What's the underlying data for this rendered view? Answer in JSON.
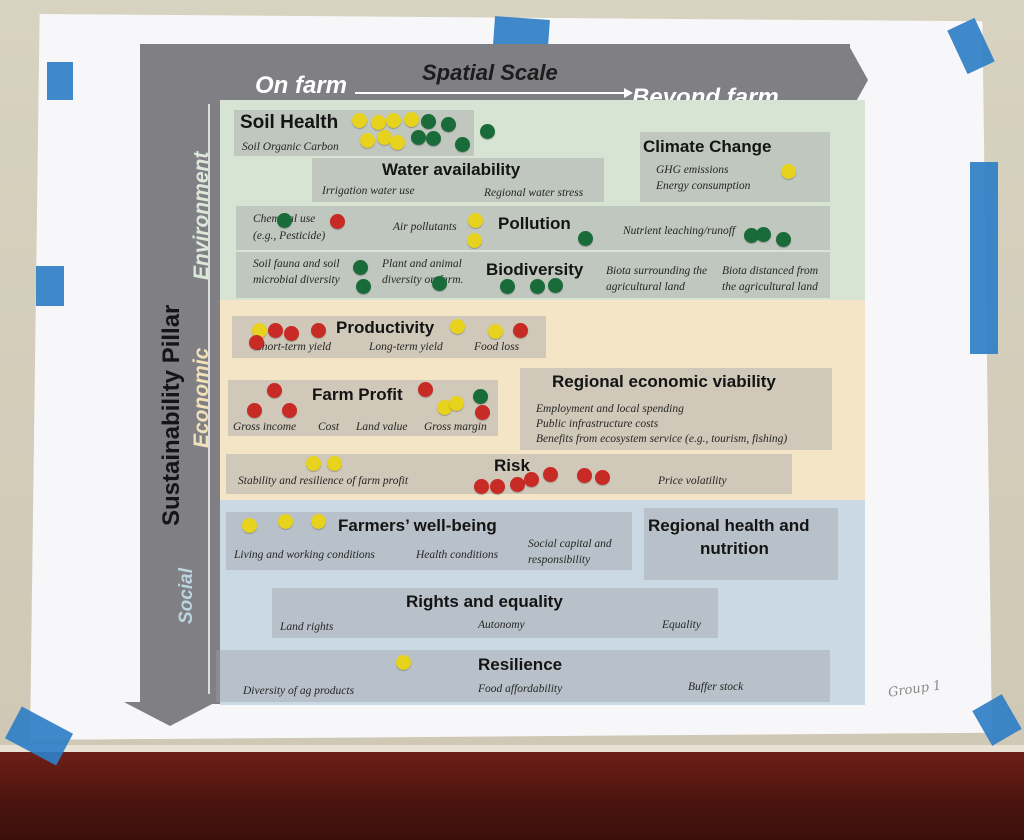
{
  "poster": {
    "spatial_scale": "Spatial Scale",
    "on_farm": "On farm",
    "beyond_farm": "Beyond farm",
    "sustainability_pillar": "Sustainability Pillar",
    "pillars": {
      "environment": "Environment",
      "economic": "Economic",
      "social": "Social"
    },
    "environment": {
      "soil_health": {
        "title": "Soil Health",
        "subs": [
          "Soil Organic Carbon"
        ]
      },
      "water_availability": {
        "title": "Water availability",
        "subs": [
          "Irrigation water use",
          "Regional water stress"
        ]
      },
      "climate_change": {
        "title": "Climate Change",
        "subs": [
          "GHG emissions",
          "Energy consumption"
        ]
      },
      "pollution": {
        "title": "Pollution",
        "subs": [
          "Chemical use",
          "(e.g., Pesticide)",
          "Air pollutants",
          "Nutrient leaching/runoff"
        ]
      },
      "biodiversity": {
        "title": "Biodiversity",
        "subs": [
          "Soil fauna and soil",
          "microbial diversity",
          "Plant and animal",
          "diversity on farm.",
          "Biota surrounding the",
          "agricultural land",
          "Biota distanced from",
          "the agricultural land"
        ]
      }
    },
    "economic": {
      "productivity": {
        "title": "Productivity",
        "subs": [
          "Short-term yield",
          "Long-term yield",
          "Food loss"
        ]
      },
      "farm_profit": {
        "title": "Farm Profit",
        "subs": [
          "Gross income",
          "Cost",
          "Land value",
          "Gross margin"
        ]
      },
      "regional_viability": {
        "title": "Regional economic viability",
        "subs": [
          "Employment and local spending",
          "Public infrastructure costs",
          "Benefits from ecosystem service (e.g., tourism, fishing)"
        ]
      },
      "risk": {
        "title": "Risk",
        "subs": [
          "Stability and resilience of farm profit",
          "Price volatility"
        ]
      }
    },
    "social": {
      "wellbeing": {
        "title": "Farmers’ well-being",
        "subs": [
          "Living and working conditions",
          "Health conditions",
          "Social capital and",
          "responsibility"
        ]
      },
      "regional_health": {
        "title": "Regional health and",
        "title2": "nutrition"
      },
      "rights": {
        "title": "Rights and equality",
        "subs": [
          "Land rights",
          "Autonomy",
          "Equality"
        ]
      },
      "resilience": {
        "title": "Resilience",
        "subs": [
          "Diversity of ag products",
          "Food affordability",
          "Buffer stock"
        ]
      }
    },
    "handwritten_note": "Group 1"
  },
  "colors": {
    "sticker_yellow": "#e7d21d",
    "sticker_green": "#1a6b3a",
    "sticker_red": "#c82a25",
    "environment_band": "#d7e3d3",
    "economic_band": "#f3e5c6",
    "social_band": "#cad9e3",
    "tape": "#2f7fc7"
  }
}
